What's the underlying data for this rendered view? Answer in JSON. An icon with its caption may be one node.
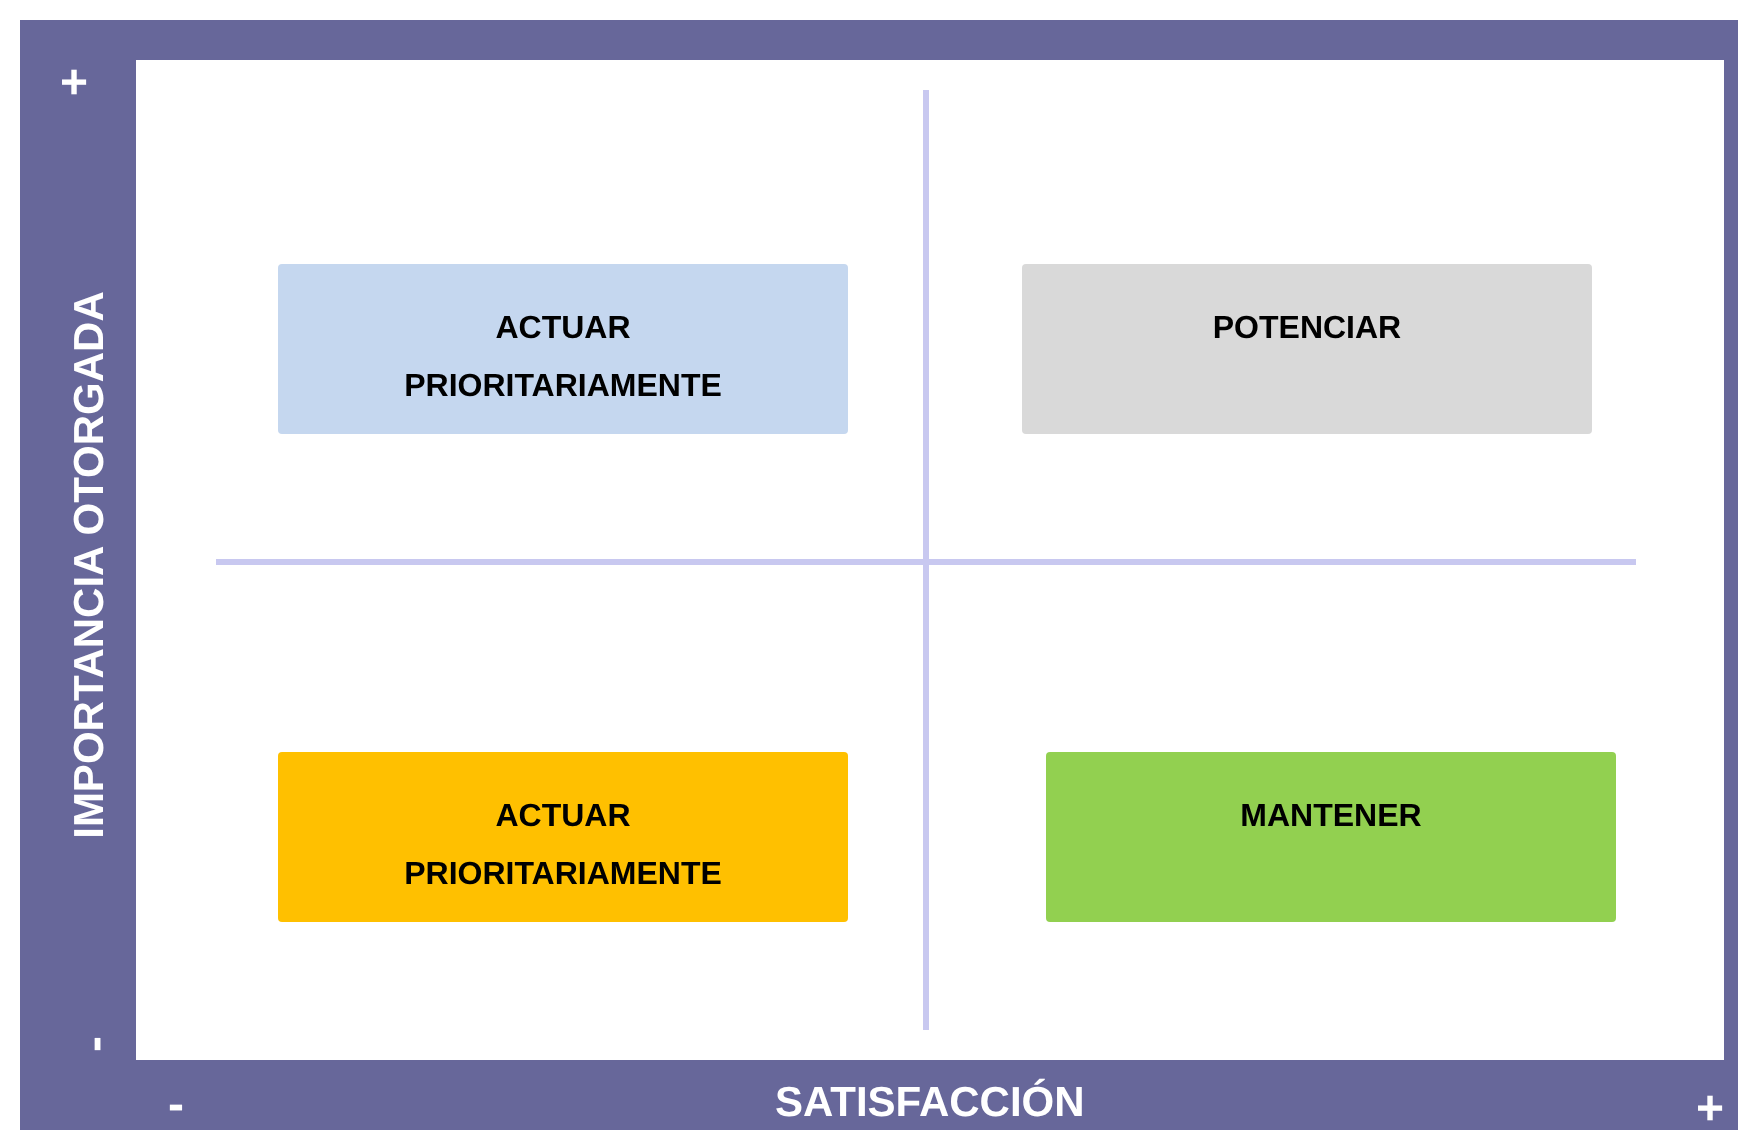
{
  "diagram": {
    "nodes": [
      {
        "text": [
          "ACTUAR PRIORITARIAMENTE"
        ]
      },
      {
        "text": [
          "POTENCIAR"
        ]
      },
      {
        "text": [
          "ACTUAR PRIORITARIAMENTE"
        ]
      },
      {
        "text": [
          "MANTENER"
        ]
      }
    ],
    "labels": [
      "+",
      "IMPORTANCIA OTORGADA",
      "-",
      "-",
      "SATISFACCIÓN",
      "+"
    ]
  }
}
